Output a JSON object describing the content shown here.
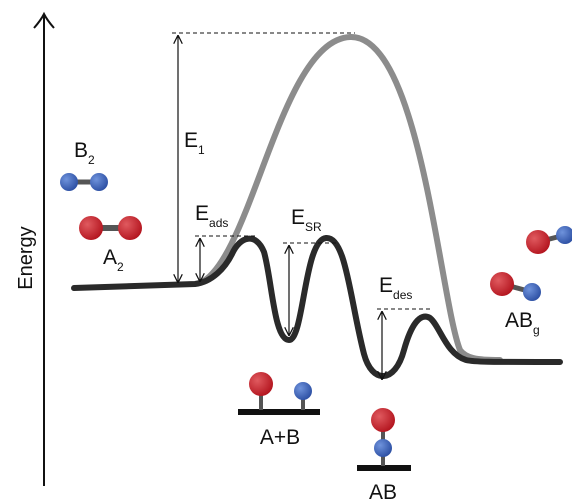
{
  "axis": {
    "y_label": "Energy"
  },
  "barriers": {
    "e1": {
      "main": "E",
      "sub": "1"
    },
    "eads": {
      "main": "E",
      "sub": "ads"
    },
    "esr": {
      "main": "E",
      "sub": "SR"
    },
    "edes": {
      "main": "E",
      "sub": "des"
    }
  },
  "species": {
    "b2": {
      "main": "B",
      "sub": "2"
    },
    "a2": {
      "main": "A",
      "sub": "2"
    },
    "ab_g": {
      "main": "AB",
      "sub": "g"
    },
    "a_plus_b": "A+B",
    "ab": "AB"
  },
  "colors": {
    "atom_a": "#c8212b",
    "atom_b": "#3a5fb8",
    "bond": "#555555",
    "catalyzed_path": "#2a2a2a",
    "uncatalyzed_path": "#8c8c8c",
    "surface": "#111111"
  }
}
